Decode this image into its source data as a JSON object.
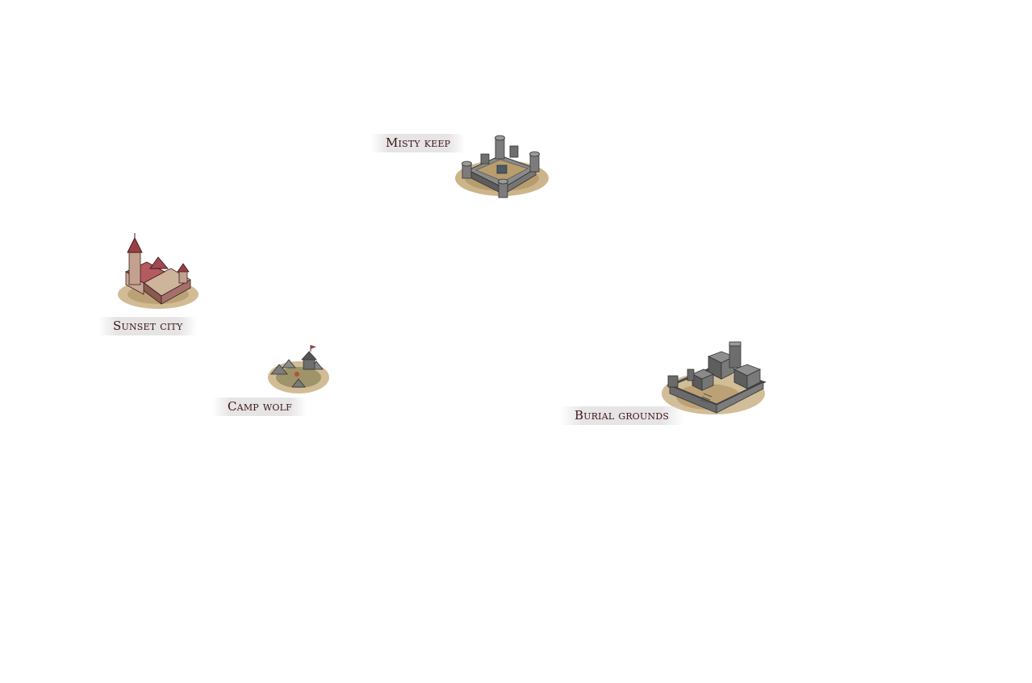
{
  "map": {
    "locations": [
      {
        "id": "misty-keep",
        "name": "Misty keep",
        "icon": "fortress-icon"
      },
      {
        "id": "sunset-city",
        "name": "Sunset city",
        "icon": "town-icon"
      },
      {
        "id": "camp-wolf",
        "name": "Camp wolf",
        "icon": "camp-icon"
      },
      {
        "id": "burial-grounds",
        "name": "Burial grounds",
        "icon": "ruins-icon"
      }
    ]
  },
  "colors": {
    "label_text": "#3a1418",
    "label_bg": "#e2dfdf",
    "ground": "#b89a66",
    "stone": "#6e6e6e",
    "roof": "#9a3f44"
  }
}
